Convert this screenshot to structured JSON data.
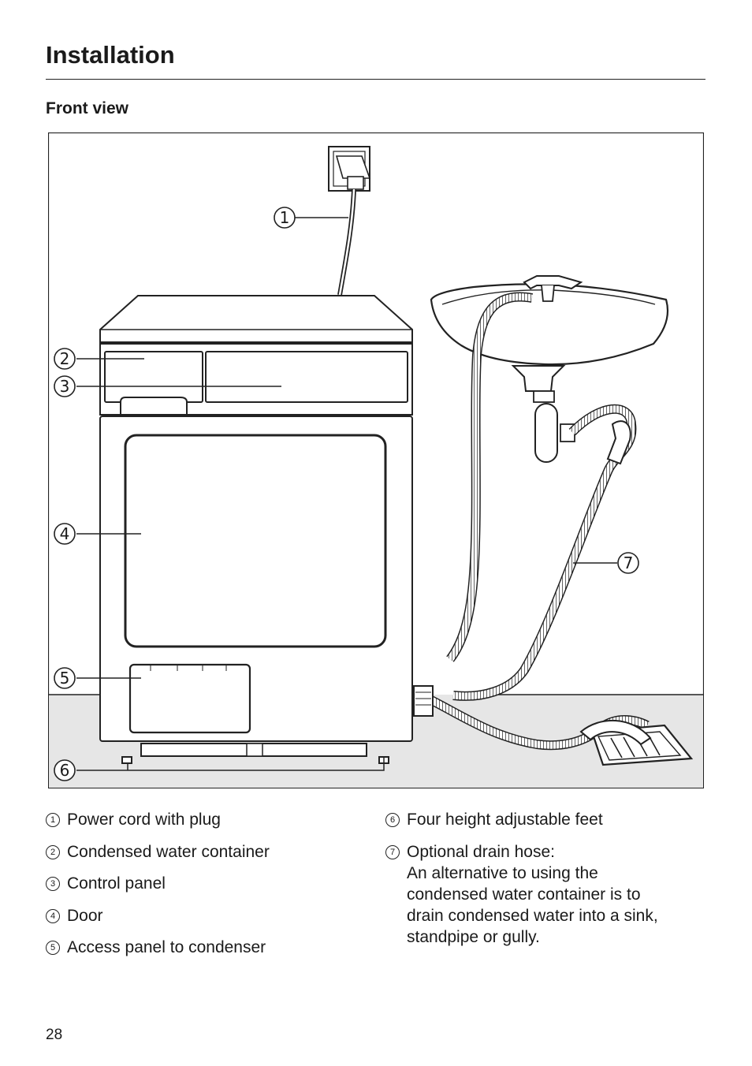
{
  "page": {
    "title": "Installation",
    "section_title": "Front view",
    "page_number": "28"
  },
  "callouts": [
    "1",
    "2",
    "3",
    "4",
    "5",
    "6",
    "7"
  ],
  "legend_left": [
    {
      "num": "1",
      "text": "Power cord with plug"
    },
    {
      "num": "2",
      "text": "Condensed water container"
    },
    {
      "num": "3",
      "text": "Control panel"
    },
    {
      "num": "4",
      "text": "Door"
    },
    {
      "num": "5",
      "text": "Access panel to condenser"
    }
  ],
  "legend_right": [
    {
      "num": "6",
      "text": "Four height adjustable feet"
    },
    {
      "num": "7",
      "text": "Optional drain hose:\nAn alternative to using the\ncondensed water container is to\ndrain condensed water into a sink,\nstandpipe or gully."
    }
  ],
  "colors": {
    "floor": "#e6e6e6",
    "ink": "#1a1a1a"
  }
}
